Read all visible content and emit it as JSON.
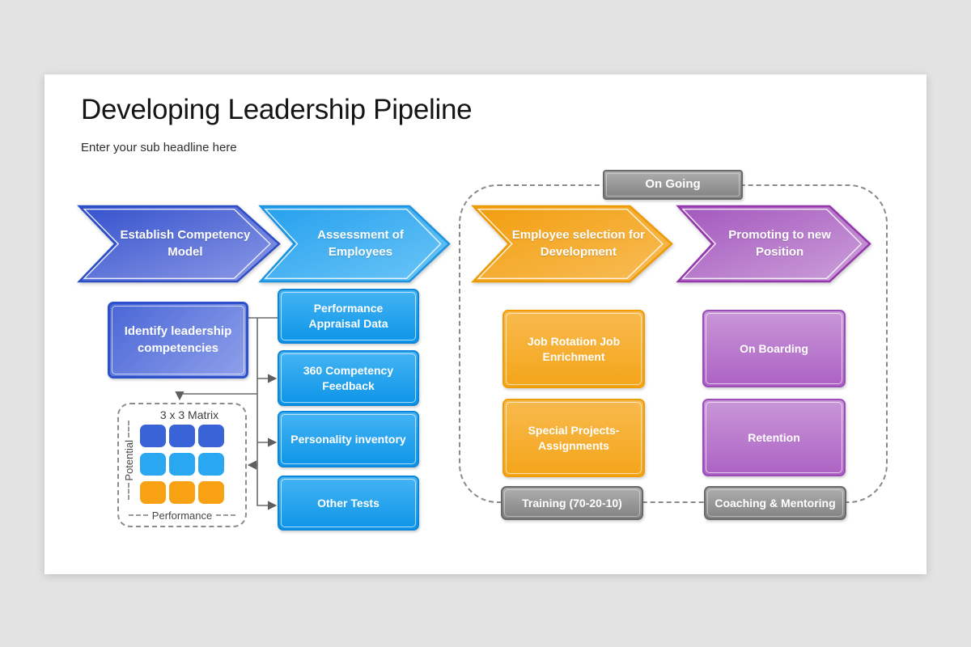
{
  "slide": {
    "title": "Developing Leadership Pipeline",
    "subtitle": "Enter your sub headline here"
  },
  "pipeline": {
    "ongoing_label": "On Going",
    "stages": [
      {
        "label": "Establish Competency Model",
        "color": "#3b59d2"
      },
      {
        "label": "Assessment of Employees",
        "color": "#29a2ef"
      },
      {
        "label": "Employee selection for Development",
        "color": "#f5a41f"
      },
      {
        "label": "Promoting to new Position",
        "color": "#ab67c4"
      }
    ]
  },
  "competency": {
    "label": "Identify leadership competencies"
  },
  "assessment_tools": [
    "Performance Appraisal Data",
    "360 Competency Feedback",
    "Personality inventory",
    "Other Tests"
  ],
  "matrix": {
    "title": "3 x 3 Matrix",
    "y_axis": "Potential",
    "x_axis": "Performance",
    "row_colors": [
      "#3a63d8",
      "#29a7f0",
      "#f7a113"
    ]
  },
  "development": [
    "Job Rotation Job Enrichment",
    "Special Projects- Assignments"
  ],
  "promotion": [
    "On Boarding",
    "Retention"
  ],
  "footers": [
    "Training (70-20-10)",
    "Coaching & Mentoring"
  ],
  "colors": {
    "background": "#e3e3e3",
    "slide": "#ffffff",
    "royal_blue": "#3b59d2",
    "light_blue": "#1b9de8",
    "orange": "#f5a41f",
    "purple": "#ab67c4",
    "gray": "#8a8a8a",
    "connector": "#6b6b6b"
  }
}
